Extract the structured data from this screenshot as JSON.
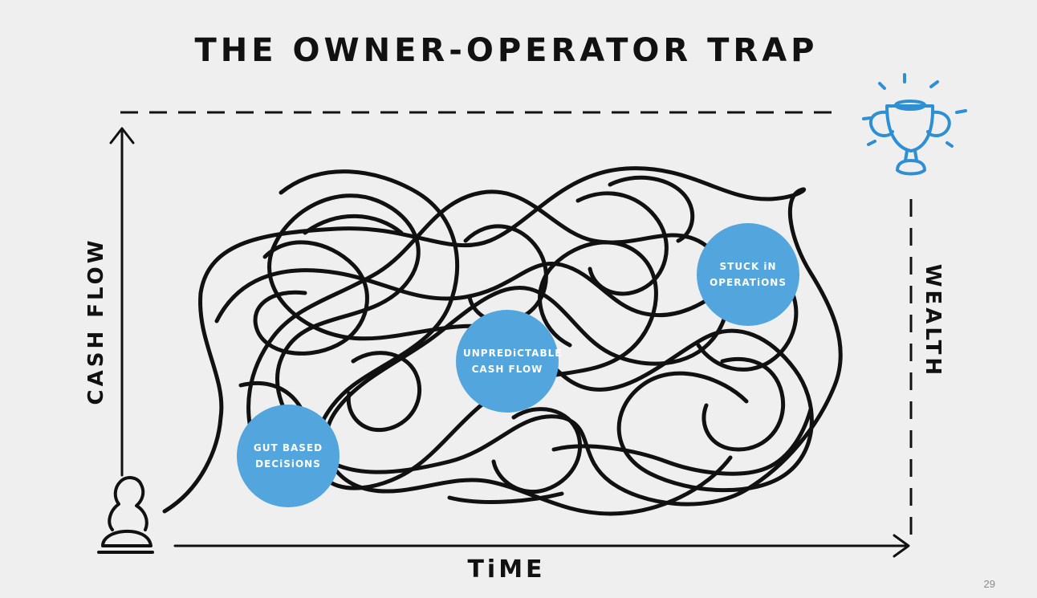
{
  "title": "THE OWNER-OPERATOR TRAP",
  "axes": {
    "x_label": "TiME",
    "y_label": "CASH FLOW",
    "right_label": "WEALTH"
  },
  "bubbles": {
    "gut": "GUT BASED DECiSiONS",
    "unpredictable": "UNPREDiCTABLE CASH FLOW",
    "stuck": "STUCK iN OPERATiONS"
  },
  "icons": {
    "person": "person-icon",
    "trophy": "trophy-icon"
  },
  "colors": {
    "accent": "#52a6dd",
    "ink": "#111111",
    "background": "#efefef"
  },
  "page_number": "29"
}
